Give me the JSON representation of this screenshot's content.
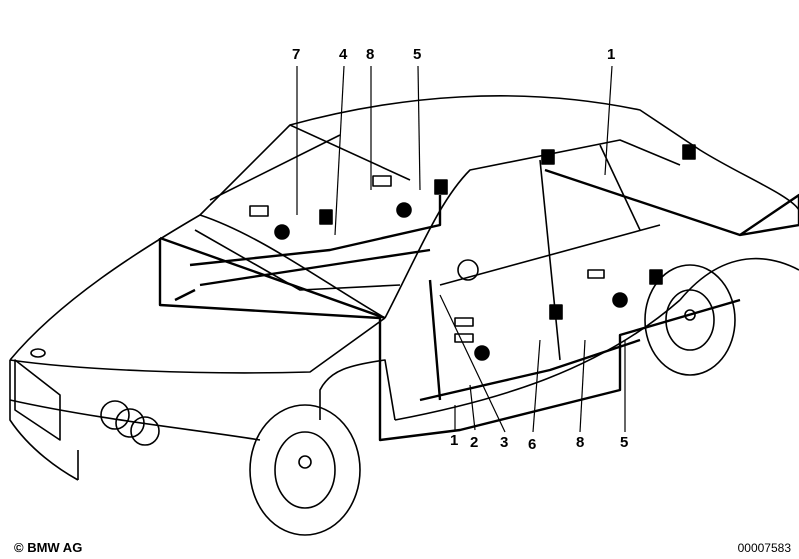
{
  "callouts_top": [
    "7",
    "4",
    "8",
    "5",
    "1"
  ],
  "callouts_bottom": [
    "1",
    "2",
    "3",
    "6",
    "8",
    "5"
  ],
  "copyright": "© BMW AG",
  "diagram_id": "00007583"
}
